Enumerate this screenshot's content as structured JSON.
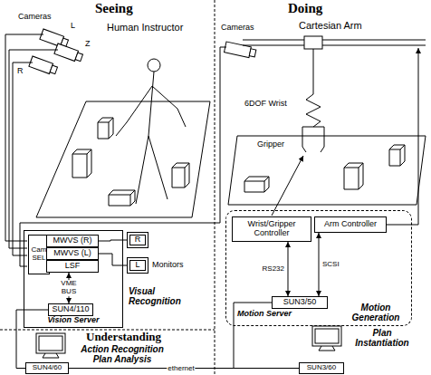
{
  "diagram": {
    "nodes": [
      {
        "text": [
          "Vision Server"
        ]
      },
      {
        "text": [
          "Cam SEL"
        ],
        "in": 0
      },
      {
        "text": [
          "MWVS (R)"
        ],
        "in": 0
      },
      {
        "text": [
          "MWVS (L)"
        ],
        "in": 0
      },
      {
        "text": [
          "LSF"
        ],
        "in": 0
      },
      {
        "text": [
          "SUN4/110"
        ],
        "in": 0
      },
      {
        "text": [
          "R"
        ]
      },
      {
        "text": [
          "L"
        ]
      },
      {
        "text": [
          "SUN4/60"
        ]
      },
      {
        "text": [
          "Motion Generation"
        ]
      },
      {
        "text": [
          "Wrist/Gripper Controller"
        ],
        "in": 9
      },
      {
        "text": [
          "Arm Controller"
        ],
        "in": 9
      },
      {
        "text": [
          "SUN3/50"
        ],
        "in": 9
      },
      {
        "text": [
          "SUN3/60"
        ]
      }
    ],
    "edges": [
      {
        "from": 2,
        "to": 6,
        "arrow": "none"
      },
      {
        "from": 3,
        "to": 7,
        "arrow": "none"
      },
      {
        "from": 4,
        "to": 5,
        "arrow": "both",
        "label": "VME BUS"
      },
      {
        "from": 5,
        "to": 8,
        "arrow": "none"
      },
      {
        "from": 8,
        "to": 13,
        "arrow": "none",
        "label": "ethernet"
      },
      {
        "from": 10,
        "to": 12,
        "arrow": "both",
        "label": "RS232"
      },
      {
        "from": 11,
        "to": 12,
        "arrow": "both",
        "label": "SCSI"
      },
      {
        "from": 12,
        "to": 13,
        "arrow": "none"
      }
    ],
    "labels": [
      "Seeing",
      "Cameras",
      "L",
      "Z",
      "R",
      "Human Instructor",
      "Doing",
      "Cameras",
      "Cartesian Arm",
      "6DOF Wrist",
      "Gripper",
      "Visual Recognition",
      "Monitors",
      "Understanding",
      "Action Recognition Plan Analysis",
      "Motion Server",
      "Plan Instantiation"
    ]
  }
}
